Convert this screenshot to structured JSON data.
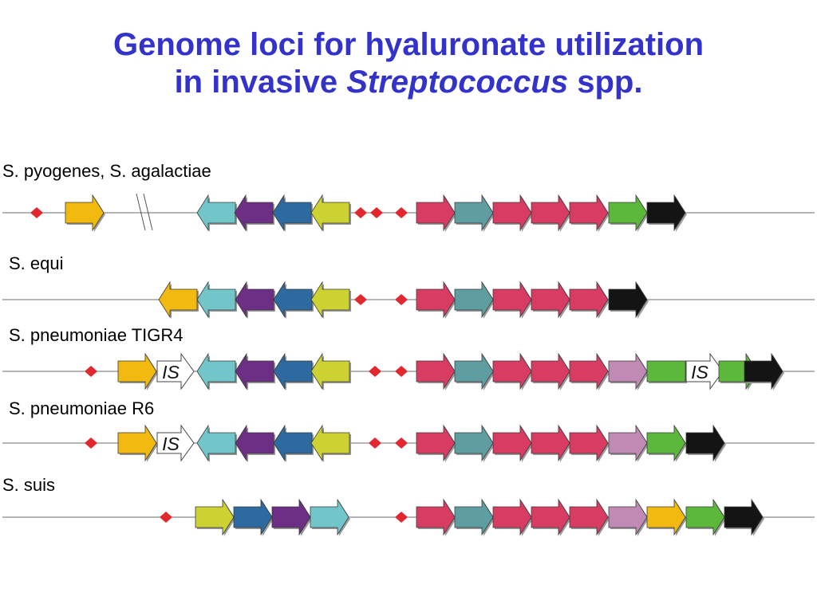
{
  "title": {
    "line1": "Genome loci for hyaluronate utilization",
    "line2_prefix": "in invasive ",
    "line2_italic": "Streptococcus",
    "line2_suffix": " spp."
  },
  "insertion_label": "IS",
  "colors": {
    "orange": "#f2b90f",
    "cyan": "#72c6c9",
    "purple": "#6d2e85",
    "blue": "#2d6aa0",
    "yellowgreen": "#cdd233",
    "crimson": "#d83c62",
    "teal": "#5f9ea0",
    "mauve": "#c08ab5",
    "green": "#5cb83a",
    "black": "#141414",
    "site": "#e0282e"
  },
  "tracks": [
    {
      "name": "S. pyogenes, S. agalactiae",
      "elements": [
        {
          "kind": "site"
        },
        {
          "kind": "gene",
          "dir": "right",
          "color": "orange"
        },
        {
          "kind": "break"
        },
        {
          "kind": "gene",
          "dir": "left",
          "color": "cyan"
        },
        {
          "kind": "gene",
          "dir": "left",
          "color": "purple"
        },
        {
          "kind": "gene",
          "dir": "left",
          "color": "blue"
        },
        {
          "kind": "gene",
          "dir": "left",
          "color": "yellowgreen"
        },
        {
          "kind": "site"
        },
        {
          "kind": "site"
        },
        {
          "kind": "site"
        },
        {
          "kind": "gene",
          "dir": "right",
          "color": "crimson"
        },
        {
          "kind": "gene",
          "dir": "right",
          "color": "teal"
        },
        {
          "kind": "gene",
          "dir": "right",
          "color": "crimson"
        },
        {
          "kind": "gene",
          "dir": "right",
          "color": "crimson"
        },
        {
          "kind": "gene",
          "dir": "right",
          "color": "crimson"
        },
        {
          "kind": "gene",
          "dir": "right",
          "color": "green"
        },
        {
          "kind": "gene",
          "dir": "right",
          "color": "black"
        }
      ]
    },
    {
      "name": "S. equi",
      "elements": [
        {
          "kind": "gene",
          "dir": "left",
          "color": "orange"
        },
        {
          "kind": "gene",
          "dir": "left",
          "color": "cyan"
        },
        {
          "kind": "gene",
          "dir": "left",
          "color": "purple"
        },
        {
          "kind": "gene",
          "dir": "left",
          "color": "blue"
        },
        {
          "kind": "gene",
          "dir": "left",
          "color": "yellowgreen"
        },
        {
          "kind": "site"
        },
        {
          "kind": "site"
        },
        {
          "kind": "gene",
          "dir": "right",
          "color": "crimson"
        },
        {
          "kind": "gene",
          "dir": "right",
          "color": "teal"
        },
        {
          "kind": "gene",
          "dir": "right",
          "color": "crimson"
        },
        {
          "kind": "gene",
          "dir": "right",
          "color": "crimson"
        },
        {
          "kind": "gene",
          "dir": "right",
          "color": "crimson"
        },
        {
          "kind": "gene",
          "dir": "right",
          "color": "black"
        }
      ]
    },
    {
      "name": "S. pneumoniae TIGR4",
      "elements": [
        {
          "kind": "site"
        },
        {
          "kind": "gene",
          "dir": "right",
          "color": "orange"
        },
        {
          "kind": "is"
        },
        {
          "kind": "gene",
          "dir": "left",
          "color": "cyan"
        },
        {
          "kind": "gene",
          "dir": "left",
          "color": "purple"
        },
        {
          "kind": "gene",
          "dir": "left",
          "color": "blue"
        },
        {
          "kind": "gene",
          "dir": "left",
          "color": "yellowgreen"
        },
        {
          "kind": "site"
        },
        {
          "kind": "site"
        },
        {
          "kind": "gene",
          "dir": "right",
          "color": "crimson"
        },
        {
          "kind": "gene",
          "dir": "right",
          "color": "teal"
        },
        {
          "kind": "gene",
          "dir": "right",
          "color": "crimson"
        },
        {
          "kind": "gene",
          "dir": "right",
          "color": "crimson"
        },
        {
          "kind": "gene",
          "dir": "right",
          "color": "crimson"
        },
        {
          "kind": "gene",
          "dir": "right",
          "color": "mauve"
        },
        {
          "kind": "gene",
          "dir": "right",
          "color": "green",
          "split": true
        },
        {
          "kind": "is"
        },
        {
          "kind": "gene",
          "dir": "right",
          "color": "green"
        },
        {
          "kind": "gene",
          "dir": "right",
          "color": "black"
        }
      ]
    },
    {
      "name": "S. pneumoniae R6",
      "elements": [
        {
          "kind": "site"
        },
        {
          "kind": "gene",
          "dir": "right",
          "color": "orange"
        },
        {
          "kind": "is"
        },
        {
          "kind": "gene",
          "dir": "left",
          "color": "cyan"
        },
        {
          "kind": "gene",
          "dir": "left",
          "color": "purple"
        },
        {
          "kind": "gene",
          "dir": "left",
          "color": "blue"
        },
        {
          "kind": "gene",
          "dir": "left",
          "color": "yellowgreen"
        },
        {
          "kind": "site"
        },
        {
          "kind": "site"
        },
        {
          "kind": "gene",
          "dir": "right",
          "color": "crimson"
        },
        {
          "kind": "gene",
          "dir": "right",
          "color": "teal"
        },
        {
          "kind": "gene",
          "dir": "right",
          "color": "crimson"
        },
        {
          "kind": "gene",
          "dir": "right",
          "color": "crimson"
        },
        {
          "kind": "gene",
          "dir": "right",
          "color": "crimson"
        },
        {
          "kind": "gene",
          "dir": "right",
          "color": "mauve"
        },
        {
          "kind": "gene",
          "dir": "right",
          "color": "green"
        },
        {
          "kind": "gene",
          "dir": "right",
          "color": "black"
        }
      ]
    },
    {
      "name": "S. suis",
      "elements": [
        {
          "kind": "site"
        },
        {
          "kind": "gene",
          "dir": "right",
          "color": "yellowgreen"
        },
        {
          "kind": "gene",
          "dir": "right",
          "color": "blue"
        },
        {
          "kind": "gene",
          "dir": "right",
          "color": "purple"
        },
        {
          "kind": "gene",
          "dir": "right",
          "color": "cyan"
        },
        {
          "kind": "site"
        },
        {
          "kind": "gene",
          "dir": "right",
          "color": "crimson"
        },
        {
          "kind": "gene",
          "dir": "right",
          "color": "teal"
        },
        {
          "kind": "gene",
          "dir": "right",
          "color": "crimson"
        },
        {
          "kind": "gene",
          "dir": "right",
          "color": "crimson"
        },
        {
          "kind": "gene",
          "dir": "right",
          "color": "crimson"
        },
        {
          "kind": "gene",
          "dir": "right",
          "color": "mauve"
        },
        {
          "kind": "gene",
          "dir": "right",
          "color": "orange"
        },
        {
          "kind": "gene",
          "dir": "right",
          "color": "green"
        },
        {
          "kind": "gene",
          "dir": "right",
          "color": "black"
        }
      ]
    }
  ]
}
